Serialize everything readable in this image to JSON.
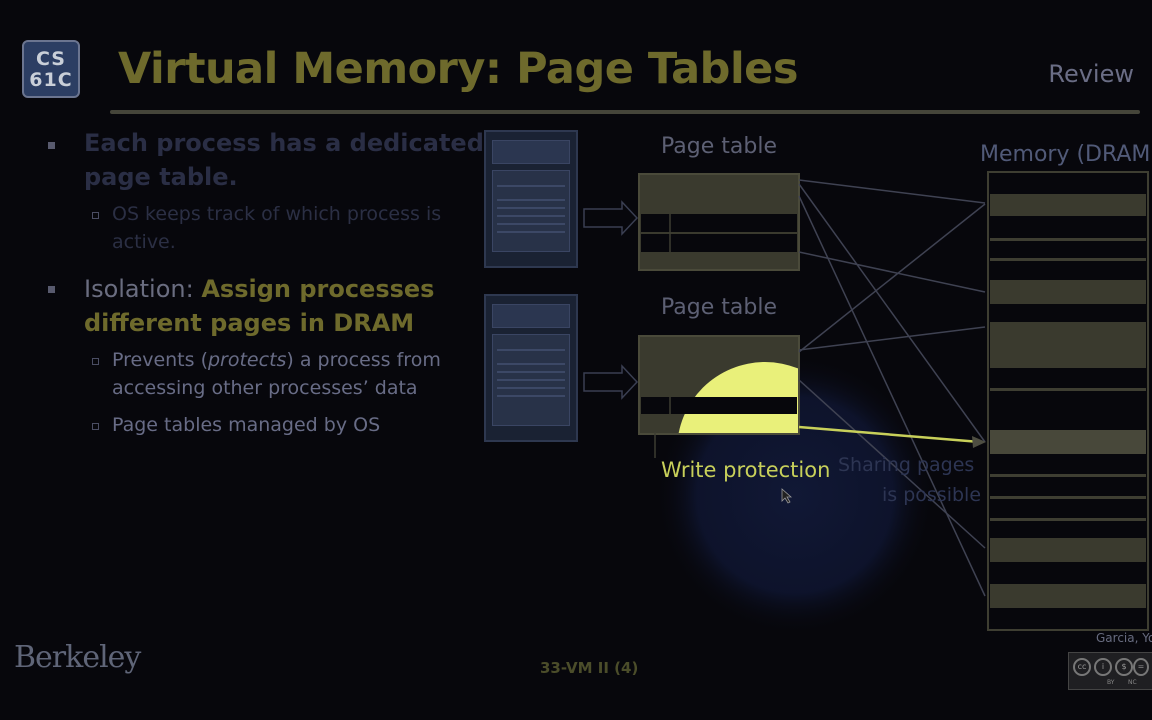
{
  "header": {
    "logo_line1": "CS",
    "logo_line2": "61C",
    "title": "Virtual Memory: Page Tables",
    "tag": "Review"
  },
  "bullets": [
    {
      "text": "Each process has a dedicated page table."
    },
    {
      "text": "OS keeps track of which process is active."
    },
    {
      "lead": "Isolation: ",
      "bold": "Assign processes different pages in DRAM"
    },
    {
      "pre": "Prevents (",
      "italic": "protects",
      "post": ") a process from accessing other processes’ data"
    },
    {
      "text": "Page tables managed by OS"
    }
  ],
  "diagram": {
    "page_table_label": "Page table",
    "memory_label": "Memory (DRAM)",
    "write_protection": "Write protection",
    "sharing_line1": "Sharing pages",
    "sharing_line2": "is possible"
  },
  "footer": {
    "slide_id": "33-VM II (4)",
    "credit": "Garcia, Yo",
    "institution": "Berkeley",
    "cc_by": "BY",
    "cc_nc": "NC"
  },
  "colors": {
    "background": "#07070c",
    "title": "#6e6a2c",
    "spotlight": "#e9f07a"
  }
}
